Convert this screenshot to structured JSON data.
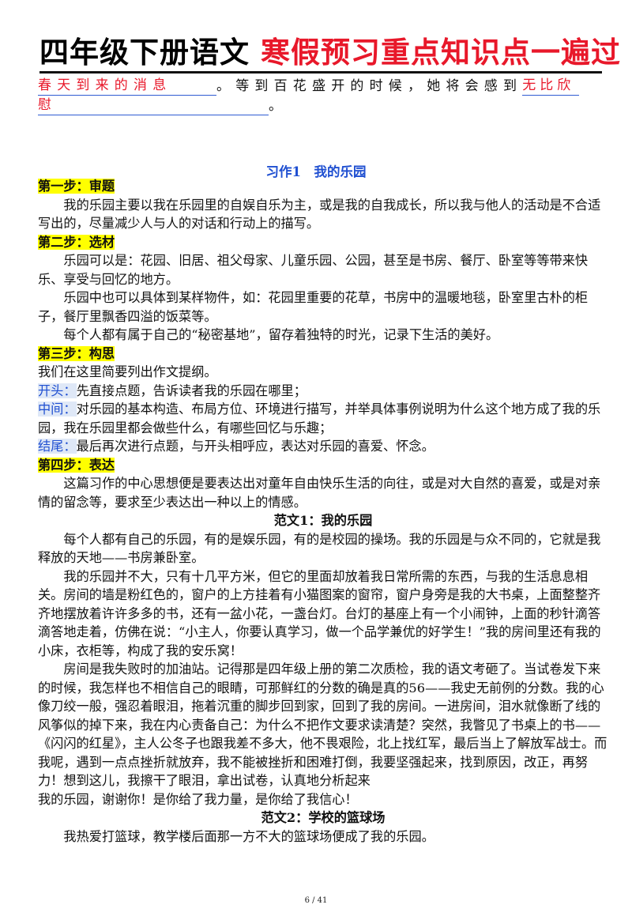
{
  "header": {
    "black": "四年级下册语文",
    "red": "寒假预习重点知识点一遍过"
  },
  "intro": {
    "part1": "春天到来的消息",
    "part2": "。等到百花盛开的时候，她将会感到",
    "part3": "无比欣",
    "part4": "慰",
    "part5": "。"
  },
  "section_title": "习作1　我的乐园",
  "steps": {
    "s1": "第一步：审题",
    "s2": "第二步：选材",
    "s3": "第三步：构思",
    "s4": "第四步：表达"
  },
  "paragraphs": {
    "p1": "我的乐园主要以我在乐园里的自娱自乐为主，或是我的自我成长，所以我与他人的活动是不合适写出的，尽量减少人与人的对话和行动上的描写。",
    "p2": "乐园可以是：花园、旧居、祖父母家、儿童乐园、公园，甚至是书房、餐厅、卧室等等带来快乐、享受与回忆的地方。",
    "p3": "乐园中也可以具体到某样物件，如：花园里重要的花草，书房中的温暖地毯，卧室里古朴的柜子，餐厅里飘香四溢的饭菜等。",
    "p4": "每个人都有属于自己的“秘密基地”，留存着独特的时光，记录下生活的美好。",
    "p5": "我们在这里简要列出作文提纲。",
    "kaitou_label": "开头：",
    "kaitou": "先直接点题，告诉读者我的乐园在哪里；",
    "zhongjian_label": "中间：",
    "zhongjian": "对乐园的基本构造、布局方位、环境进行描写，并举具体事例说明为什么这个地方成了我的乐园，我在乐园里都会做些什么，有哪些回忆与乐趣；",
    "jiewei_label": "结尾：",
    "jiewei": "最后再次进行点题，与开头相呼应，表达对乐园的喜爱、怀念。",
    "p6": "这篇习作的中心思想便是要表达出对童年自由快乐生活的向往，或是对大自然的喜爱，或是对亲情的留念等，要求至少表达出一种以上的情感。"
  },
  "example1": {
    "title": "范文1：我的乐园",
    "p1": "每个人都有自己的乐园，有的是娱乐园，有的是校园的操场。我的乐园是与众不同的，它就是我释放的天地——书房兼卧室。",
    "p2": "我的乐园并不大，只有十几平方米，但它的里面却放着我日常所需的东西，与我的生活息息相关。房间的墙是粉红色的，窗户的上方挂着有小猫图案的窗帘，窗户身旁是我的大书桌，上面整整齐齐地摆放着许许多多的书，还有一盆小花，一盏台灯。台灯的基座上有一个小闹钟，上面的秒针滴答滴答地走着，仿佛在说：“小主人，你要认真学习，做一个品学兼优的好学生！”我的房间里还有我的小床，衣柜等，构成了我的安乐窝！",
    "p3": "房间是我失败时的加油站。记得那是四年级上册的第二次质检，我的语文考砸了。当试卷发下来的时候，我怎样也不相信自己的眼睛，可那鲜红的分数的确是真的56——我史无前例的分数。我的心像刀绞一般，强忍着眼泪，拖着沉重的脚步回到家，回到了我的房间。一进房间，泪水就像断了线的风筝似的掉下来，我在内心责备自己：为什么不把作文要求读清楚？突然，我瞥见了书桌上的书——《闪闪的红星》，主人公冬子也跟我差不多大，他不畏艰险，北上找红军，最后当上了解放军战士。而我呢，遇到一点点挫折就放弃，我不能被挫折和困难打倒，我要坚强起来，找到原因，改正，再努力！想到这儿，我擦干了眼泪，拿出试卷，认真地分析起来",
    "p4": "我的乐园，谢谢你！是你给了我力量，是你给了我信心！"
  },
  "example2": {
    "title": "范文2：学校的篮球场",
    "p1": "我热爱打篮球，教学楼后面那一方不大的篮球场便成了我的乐园。"
  },
  "footer": {
    "page": "6 / 41"
  }
}
